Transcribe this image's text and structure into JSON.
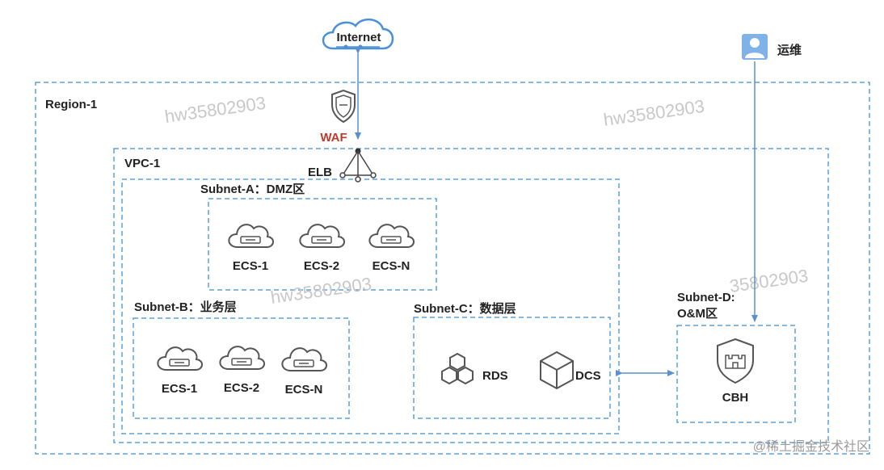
{
  "internet": {
    "label": "Internet"
  },
  "operator": {
    "label": "运维"
  },
  "region": {
    "label": "Region-1"
  },
  "waf": {
    "label": "WAF",
    "color": "#c0392b"
  },
  "vpc": {
    "label": "VPC-1"
  },
  "elb": {
    "label": "ELB"
  },
  "subnet_a": {
    "label": "Subnet-A：DMZ区",
    "servers": [
      "ECS-1",
      "ECS-2",
      "ECS-N"
    ]
  },
  "subnet_b": {
    "label": "Subnet-B：业务层",
    "servers": [
      "ECS-1",
      "ECS-2",
      "ECS-N"
    ]
  },
  "subnet_c": {
    "label": "Subnet-C：数据层",
    "rds": "RDS",
    "dcs": "DCS"
  },
  "subnet_d": {
    "label_line1": "Subnet-D:",
    "label_line2": "O&M区",
    "cbh": "CBH"
  },
  "watermarks": [
    "hw35802903",
    "hw35802903",
    "hw35802903",
    "35802903"
  ],
  "footer_watermark": "@稀土掘金技术社区",
  "colors": {
    "dash": "#5aa0d8",
    "arrow": "#5b8fd0",
    "icon": "#555555",
    "waf": "#c0392b"
  }
}
